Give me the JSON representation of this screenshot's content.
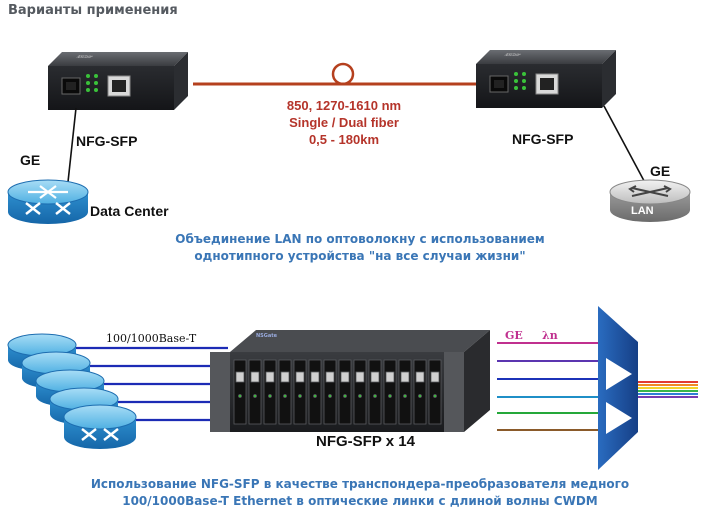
{
  "header": {
    "title": "Варианты применения"
  },
  "diagram1": {
    "device_left_label": "NFG-SFP",
    "device_right_label": "NFG-SFP",
    "ge_left": "GE",
    "ge_right": "GE",
    "datacenter_label": "Data Center",
    "lan_label": "LAN",
    "fiber_lines": [
      "850, 1270-1610 nm",
      "Single / Dual fiber",
      "0,5 - 180km"
    ],
    "caption_lines": [
      "Объединение LAN по оптоволокну с использованием",
      "однотипного устройства \"на все случаи жизни\""
    ]
  },
  "diagram2": {
    "base_label": "100/1000Base-T",
    "chassis_label": "NFG-SFP x 14",
    "chassis_brand": "NSGate",
    "ge_label": "GE",
    "lambda_label": "λn",
    "caption_lines": [
      "Использование NFG-SFP в качестве транспондера-преобразователя медного",
      "100/1000Base-T Ethernet в оптические линки с длиной волны CWDM"
    ]
  },
  "colors": {
    "fiber": "#b5401e",
    "caption": "#3a76b6",
    "router": "#2f8fd0",
    "mux": "#1e56a6"
  }
}
